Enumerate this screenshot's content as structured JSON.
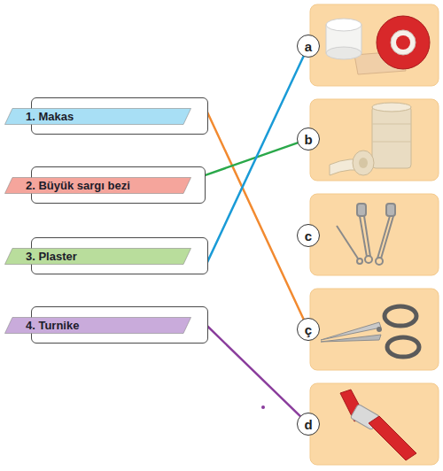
{
  "diagram": {
    "nodes": [
      {
        "text": [
          "1. Makas"
        ]
      },
      {
        "text": [
          "2. Büyük sargı bezi"
        ]
      },
      {
        "text": [
          "3. Plaster"
        ]
      },
      {
        "text": [
          "4. Turnike"
        ]
      },
      {
        "text": [
          "a"
        ]
      },
      {
        "text": [
          "b"
        ]
      },
      {
        "text": [
          "c"
        ]
      },
      {
        "text": [
          "ç"
        ]
      },
      {
        "text": [
          "d"
        ]
      }
    ],
    "edges": [
      {
        "from": 0,
        "to": 7,
        "arrow": "none"
      },
      {
        "from": 1,
        "to": 5,
        "arrow": "none"
      },
      {
        "from": 2,
        "to": 4,
        "arrow": "none"
      },
      {
        "from": 3,
        "to": 8,
        "arrow": "none"
      }
    ]
  }
}
